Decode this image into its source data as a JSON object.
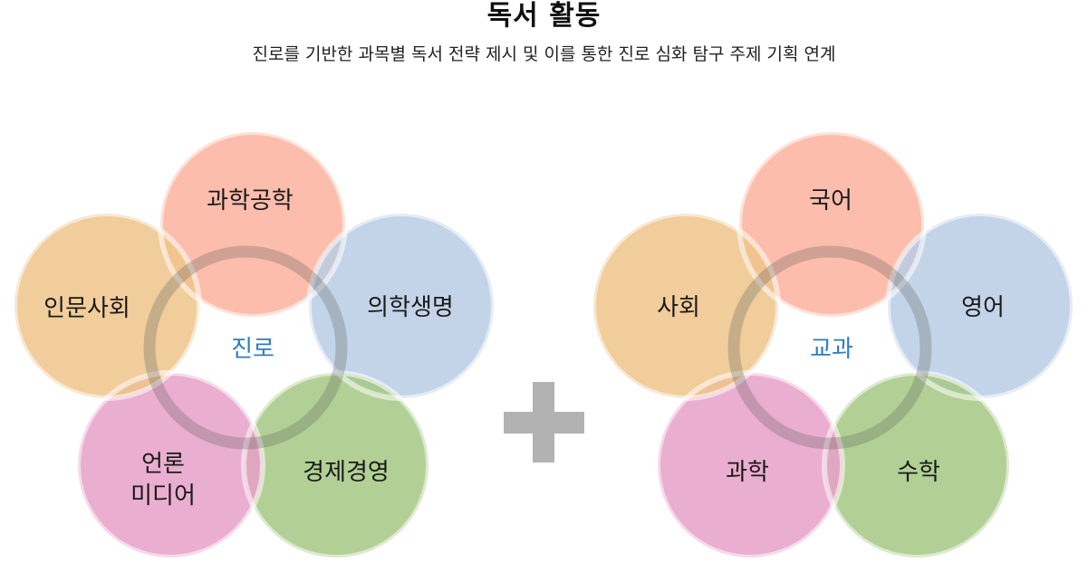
{
  "title": "독서 활동",
  "subtitle": "진로를 기반한 과목별 독서 전략 제시 및 이를 통한 진로 심화 탐구 주제 기획 연계",
  "colors": {
    "orange_red": "#fcaf9a",
    "blue": "#b8cce4",
    "green": "#a5c882",
    "pink": "#e6a0c8",
    "orange": "#edc48a",
    "plus": "#b2b2b2",
    "center_text": "#2f7dbf"
  },
  "left_group": {
    "center": "진로",
    "top": "과학공학",
    "right": "의학생명",
    "bottom_right": "경제경영",
    "bottom_left_line1": "언론",
    "bottom_left_line2": "미디어",
    "left": "인문사회"
  },
  "plus_icon": "plus-icon",
  "right_group": {
    "center": "교과",
    "top": "국어",
    "right": "영어",
    "bottom_right": "수학",
    "bottom_left": "과학",
    "left": "사회"
  }
}
